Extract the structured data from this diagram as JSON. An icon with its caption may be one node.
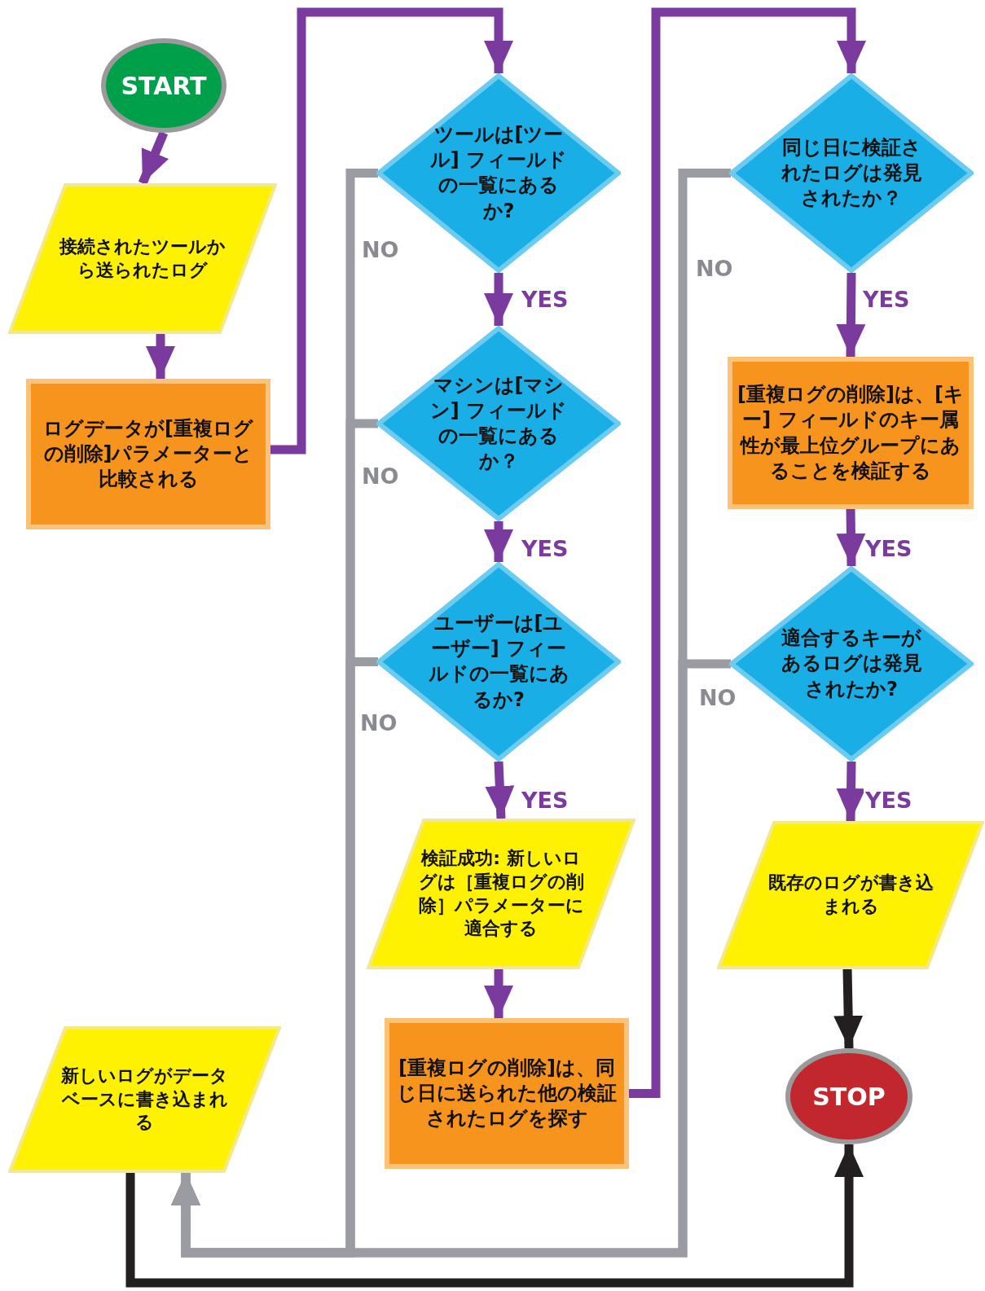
{
  "diagram": {
    "nodes": [
      {
        "text": [
          "START"
        ]
      },
      {
        "text": [
          "接続されたツールから送られたログ"
        ]
      },
      {
        "text": [
          "ログデータが[重複ログの削除]パラメーターと比較される"
        ]
      },
      {
        "text": [
          "ツールは[ツール] フィールドの一覧にあるか?"
        ]
      },
      {
        "text": [
          "マシンは[マシン] フィールドの一覧にあるか？"
        ]
      },
      {
        "text": [
          "ユーザーは[ユーザー] フィールドの一覧にあるか?"
        ]
      },
      {
        "text": [
          "検証成功: 新しいログは［重複ログの削除］パラメーターに適合する"
        ]
      },
      {
        "text": [
          "[重複ログの削除]は、同じ日に送られた他の検証されたログを探す"
        ]
      },
      {
        "text": [
          "同じ日に検証されたログは発見されたか？"
        ]
      },
      {
        "text": [
          "[重複ログの削除]は、[キー] フィールドのキー属性が最上位グループにあることを検証する"
        ]
      },
      {
        "text": [
          "適合するキーがあるログは発見されたか?"
        ]
      },
      {
        "text": [
          "既存のログが書き込まれる"
        ]
      },
      {
        "text": [
          "STOP"
        ]
      },
      {
        "text": [
          "新しいログがデータベースに書き込まれる"
        ]
      }
    ],
    "edges": [
      {
        "from": 0,
        "to": 1,
        "arrow": "to"
      },
      {
        "from": 1,
        "to": 2,
        "arrow": "to"
      },
      {
        "from": 2,
        "to": 3,
        "arrow": "to"
      },
      {
        "from": 3,
        "to": 4,
        "arrow": "to",
        "label": "YES"
      },
      {
        "from": 4,
        "to": 5,
        "arrow": "to",
        "label": "YES"
      },
      {
        "from": 5,
        "to": 6,
        "arrow": "to",
        "label": "YES"
      },
      {
        "from": 6,
        "to": 7,
        "arrow": "to"
      },
      {
        "from": 7,
        "to": 8,
        "arrow": "to"
      },
      {
        "from": 8,
        "to": 9,
        "arrow": "to",
        "label": "YES"
      },
      {
        "from": 9,
        "to": 10,
        "arrow": "to",
        "label": "YES"
      },
      {
        "from": 10,
        "to": 11,
        "arrow": "to",
        "label": "YES"
      },
      {
        "from": 11,
        "to": 12,
        "arrow": "to",
        "color": "#231f20"
      },
      {
        "from": 13,
        "to": 12,
        "arrow": "to",
        "color": "#231f20"
      },
      {
        "from": 3,
        "to": 13,
        "arrow": "to",
        "label": "NO",
        "color": "#9b9ba3"
      },
      {
        "from": 4,
        "to": 13,
        "arrow": "to",
        "label": "NO",
        "color": "#9b9ba3"
      },
      {
        "from": 5,
        "to": 13,
        "arrow": "to",
        "label": "NO",
        "color": "#9b9ba3"
      },
      {
        "from": 8,
        "to": 13,
        "arrow": "to",
        "label": "NO",
        "color": "#9b9ba3"
      },
      {
        "from": 10,
        "to": 13,
        "arrow": "to",
        "label": "NO",
        "color": "#9b9ba3"
      }
    ]
  }
}
